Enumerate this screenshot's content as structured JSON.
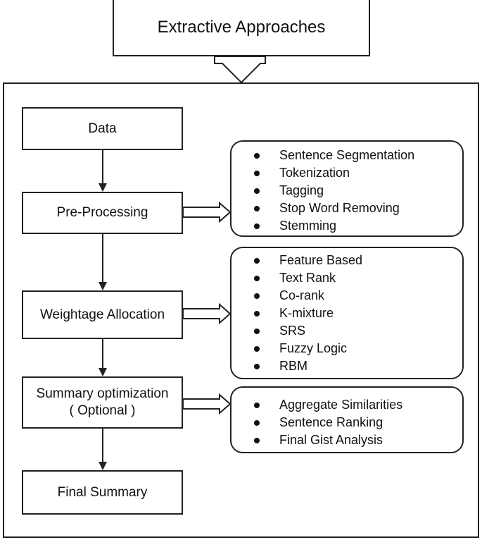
{
  "title": "Extractive Approaches",
  "steps": {
    "data": "Data",
    "preprocessing": "Pre-Processing",
    "weightage": "Weightage Allocation",
    "summary_opt_line1": "Summary optimization",
    "summary_opt_line2": "( Optional )",
    "final": "Final Summary"
  },
  "preprocessing_items": [
    "Sentence Segmentation",
    "Tokenization",
    "Tagging",
    "Stop Word Removing",
    "Stemming"
  ],
  "weightage_items": [
    "Feature Based",
    "Text Rank",
    "Co-rank",
    "K-mixture",
    "SRS",
    "Fuzzy Logic",
    "RBM"
  ],
  "optimization_items": [
    "Aggregate Similarities",
    "Sentence Ranking",
    "Final Gist Analysis"
  ]
}
